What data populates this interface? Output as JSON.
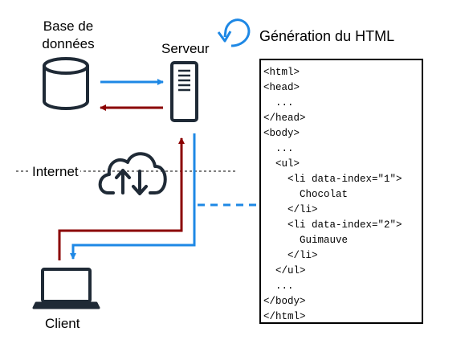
{
  "labels": {
    "database": [
      "Base de",
      "données"
    ],
    "server": "Serveur",
    "generation": "Génération du HTML",
    "internet": "Internet",
    "client": "Client"
  },
  "code_lines": [
    "<html>",
    "<head>",
    "  ...",
    "</head>",
    "<body>",
    "  ...",
    "  <ul>",
    "    <li data-index=\"1\">",
    "      Chocolat",
    "    </li>",
    "    <li data-index=\"2\">",
    "      Guimauve",
    "    </li>",
    "  </ul>",
    "  ...",
    "</body>",
    "</html>"
  ],
  "colors": {
    "request": "#1e88e5",
    "response": "#8b0000",
    "icon": "#1f2a36"
  }
}
